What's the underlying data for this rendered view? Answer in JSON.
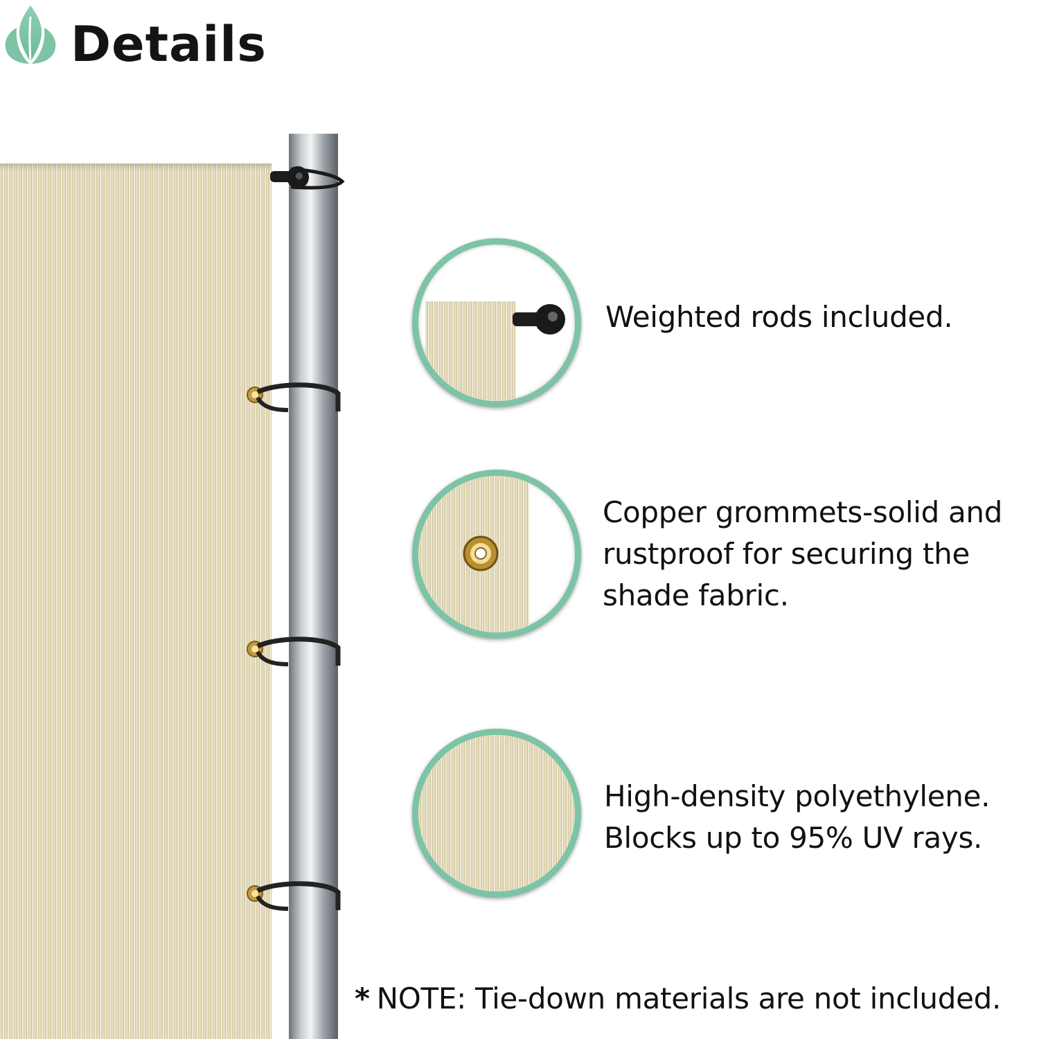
{
  "header": {
    "title": "Details",
    "icon": "leaf-icon"
  },
  "colors": {
    "accent": "#7dc3a5",
    "fabric": "#e4dcc0",
    "pole": "#8e9499"
  },
  "features": [
    {
      "icon": "rod-end-icon",
      "lines": [
        "Weighted rods included."
      ]
    },
    {
      "icon": "grommet-icon",
      "lines": [
        "Copper grommets-solid and",
        "rustproof for securing the",
        "shade fabric."
      ]
    },
    {
      "icon": "fabric-texture-icon",
      "lines": [
        "High-density polyethylene.",
        "Blocks up to 95% UV rays."
      ]
    }
  ],
  "note": {
    "symbol": "*",
    "text": "NOTE: Tie-down materials are not included."
  }
}
